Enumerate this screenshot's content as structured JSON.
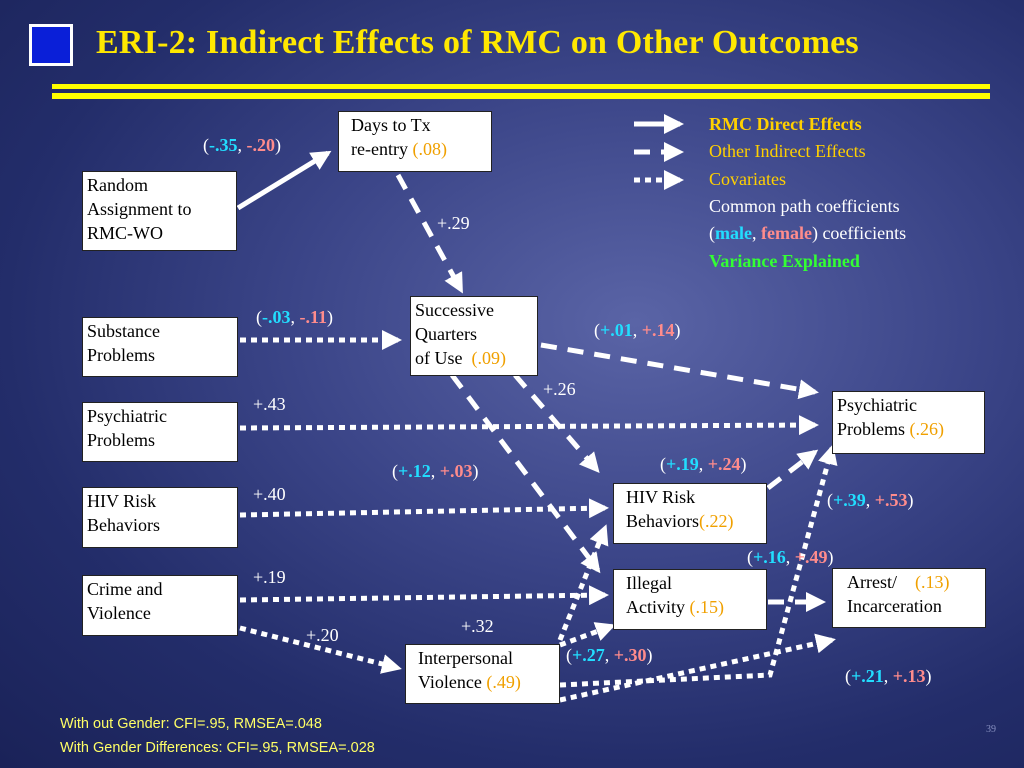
{
  "title": "ERI-2:  Indirect Effects of RMC on Other Outcomes",
  "boxes": {
    "days": {
      "line1": "Days to Tx",
      "line2": "re-entry",
      "var": "(.08)"
    },
    "random": {
      "line1": "Random",
      "line2": "Assignment to",
      "line3": "RMC-WO"
    },
    "substance": {
      "line1": "Substance",
      "line2": "Problems"
    },
    "successive": {
      "line1": "Successive",
      "line2": "Quarters",
      "line3": "of Use",
      "var": "(.09)"
    },
    "psych_left": {
      "line1": "Psychiatric",
      "line2": "Problems"
    },
    "psych_right": {
      "line1": "Psychiatric",
      "line2": "Problems",
      "var": "(.26)"
    },
    "hiv_left": {
      "line1": "HIV Risk",
      "line2": "Behaviors"
    },
    "hiv_mid": {
      "line1": "HIV Risk",
      "line2": "Behaviors",
      "var": "(.22)"
    },
    "crime": {
      "line1": "Crime and",
      "line2": "Violence"
    },
    "illegal": {
      "line1": "Illegal",
      "line2": "Activity",
      "var": "(.15)"
    },
    "arrest": {
      "line1": "Arrest/",
      "line2": "Incarceration",
      "var": "(.13)"
    },
    "interpersonal": {
      "line1": "Interpersonal",
      "line2": "Violence",
      "var": "(.49)"
    }
  },
  "coefficients": {
    "random_days": {
      "open": "(",
      "male": "-.35",
      "sep": ", ",
      "female": "-.20",
      "close": ")"
    },
    "days_successive": "+.29",
    "substance_successive": {
      "open": "(",
      "male": "-.03",
      "sep": ", ",
      "female": "-.11",
      "close": ")"
    },
    "successive_psych": {
      "open": "(",
      "male": "+.01",
      "sep": ", ",
      "female": "+.14",
      "close": ")"
    },
    "successive_hiv": "+.26",
    "psych_psych": "+.43",
    "successive_illegal": {
      "open": "(",
      "male": "+.12",
      "sep": ", ",
      "female": "+.03",
      "close": ")"
    },
    "hiv_psych": {
      "open": "(",
      "male": "+.19",
      "sep": ", ",
      "female": "+.24",
      "close": ")"
    },
    "hiv_hiv": "+.40",
    "interp_psych": {
      "open": "(",
      "male": "+.39",
      "sep": ", ",
      "female": "+.53",
      "close": ")"
    },
    "illegal_arrest": {
      "open": "(",
      "male": "+.16",
      "sep": ", ",
      "female": "+.49",
      "close": ")"
    },
    "crime_illegal": "+.19",
    "crime_interp": "+.20",
    "interp_hiv": "+.32",
    "interp_illegal": {
      "open": "(",
      "male": "+.27",
      "sep": ", ",
      "female": "+.30",
      "close": ")"
    },
    "interp_arrest": {
      "open": "(",
      "male": "+.21",
      "sep": ", ",
      "female": "+.13",
      "close": ")"
    }
  },
  "legend": {
    "direct": "RMC Direct Effects",
    "indirect": "Other Indirect Effects",
    "covariates": "Covariates",
    "common": "Common path coefficients",
    "open": "(",
    "male": "male",
    "sep": ", ",
    "female": "female",
    "close": ") coefficients",
    "variance": "Variance Explained"
  },
  "footer": {
    "line1": "With out Gender: CFI=.95, RMSEA=.048",
    "line2": "With Gender Differences: CFI=.95, RMSEA=.028"
  },
  "page_number": "39",
  "colors": {
    "title": "#ffe800",
    "rule": "#ffff00",
    "male": "#22ddff",
    "female": "#ff8c8c",
    "variance_explained": "#f0a000",
    "legend_direct": "#ffd000",
    "legend_variance": "#33ff33",
    "footer": "#ffff66"
  }
}
